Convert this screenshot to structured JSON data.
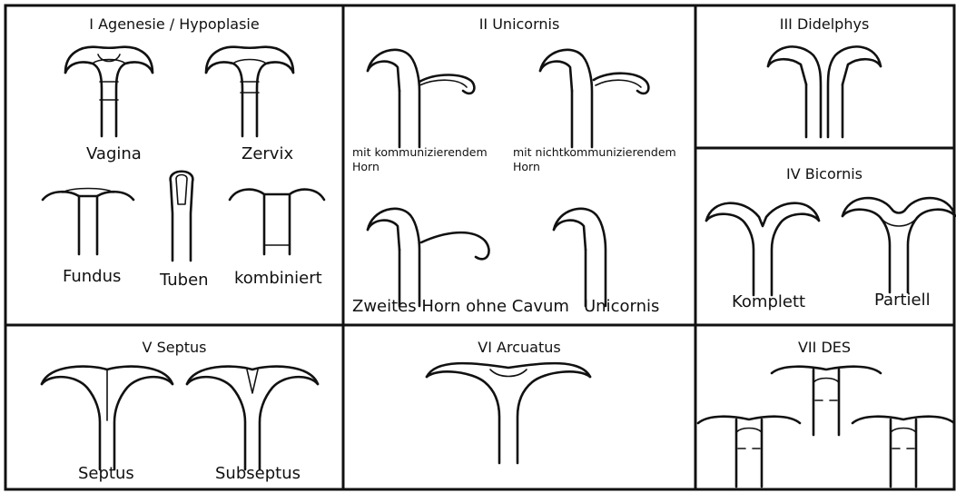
{
  "panels": {
    "p1": {
      "title": "I Agenesie / Hypoplasie",
      "labels": [
        "Vagina",
        "Zervix",
        "Fundus",
        "Tuben",
        "kombiniert"
      ]
    },
    "p2": {
      "title": "II Unicornis",
      "labels": [
        "mit kommunizierendem Horn",
        "mit nichtkommunizierendem Horn",
        "Zweites Horn ohne Cavum",
        "Unicornis"
      ]
    },
    "p3": {
      "title": "III Didelphys"
    },
    "p4": {
      "title": "IV Bicornis",
      "labels": [
        "Komplett",
        "Partiell"
      ]
    },
    "p5": {
      "title": "V Septus",
      "labels": [
        "Septus",
        "Subseptus"
      ]
    },
    "p6": {
      "title": "VI Arcuatus"
    },
    "p7": {
      "title": "VII DES"
    }
  }
}
